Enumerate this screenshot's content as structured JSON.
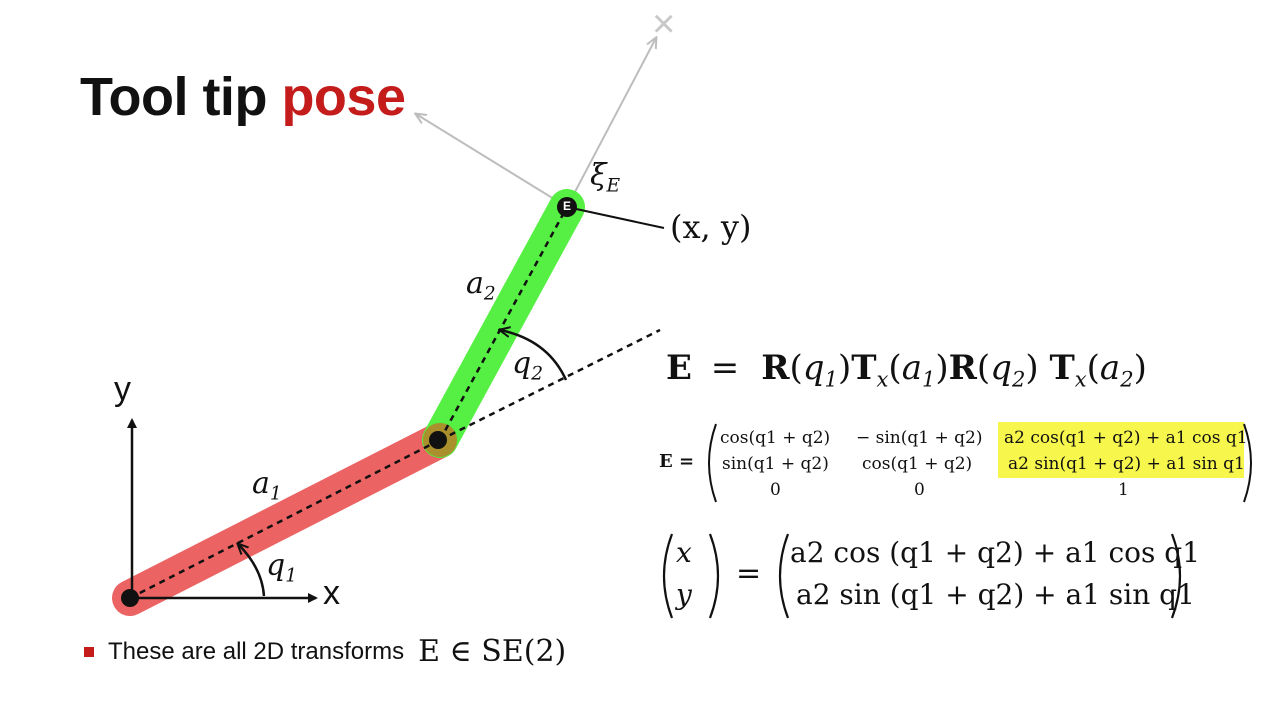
{
  "title": {
    "prefix": "Tool tip ",
    "highlight": "pose"
  },
  "colors": {
    "title_accent": "#c41b1b",
    "link1": "#e85a5a",
    "link2": "#4ef03a",
    "highlight_box": "#f5f53a",
    "frame_gray": "#bdbdbd"
  },
  "diagram": {
    "axis_x_label": "x",
    "axis_y_label": "y",
    "end_frame_x_label": "×",
    "link1_label": {
      "base": "a",
      "sub": "1"
    },
    "link2_label": {
      "base": "a",
      "sub": "2"
    },
    "joint1_angle": {
      "base": "q",
      "sub": "1"
    },
    "joint2_angle": {
      "base": "q",
      "sub": "2"
    },
    "end_frame_label": {
      "base": "ξ",
      "sub": "E"
    },
    "end_marker": "E",
    "tip_point_label": "(x, y)"
  },
  "equations": {
    "chain": {
      "lhs": "E",
      "eq": "=",
      "terms": [
        {
          "op": "R",
          "arg": "q",
          "sub": "1"
        },
        {
          "op": "T",
          "opsub": "x",
          "arg": "a",
          "sub": "1"
        },
        {
          "op": "R",
          "arg": "q",
          "sub": "2"
        },
        {
          "op": "T",
          "opsub": "x",
          "arg": "a",
          "sub": "2"
        }
      ]
    },
    "matrix": {
      "lhs": "E =",
      "rows": [
        [
          "cos(q1 + q2)",
          "− sin(q1 + q2)",
          "a2 cos(q1 + q2) + a1 cos q1"
        ],
        [
          "sin(q1 + q2)",
          "cos(q1 + q2)",
          "a2 sin(q1 + q2) + a1 sin q1"
        ],
        [
          "0",
          "0",
          "1"
        ]
      ]
    },
    "position": {
      "lhs": [
        "x",
        "y"
      ],
      "eq": "=",
      "rhs": [
        "a2 cos (q1 + q2) + a1 cos q1",
        "a2 sin (q1 + q2) + a1 sin q1"
      ]
    }
  },
  "bullet": {
    "text": "These are all 2D transforms",
    "math": "E ∈ SE(2)"
  }
}
